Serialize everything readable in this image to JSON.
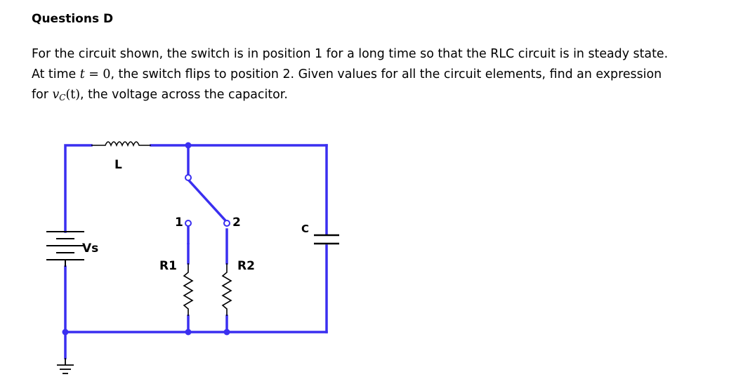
{
  "heading": "Questions D",
  "question": {
    "line1": "For the circuit shown, the switch is in position 1 for a long time so that the RLC circuit is in steady state.",
    "line2_pre": "At time ",
    "time_var": "t",
    "time_eq": " = 0",
    "line2_post": ", the switch flips to position 2.  Given values for all the circuit elements, find an expression",
    "line3_pre": "for ",
    "vc_var": "v",
    "vc_sub": "C",
    "vc_arg": "(t)",
    "line3_post": ", the voltage across the capacitor."
  },
  "circuit": {
    "labels": {
      "inductor": "L",
      "source": "Vs",
      "capacitor": "C",
      "resistor1": "R1",
      "resistor2": "R2",
      "switch_pos1": "1",
      "switch_pos2": "2"
    },
    "colors": {
      "wire": "#3a2ff0",
      "component": "#000000"
    }
  }
}
